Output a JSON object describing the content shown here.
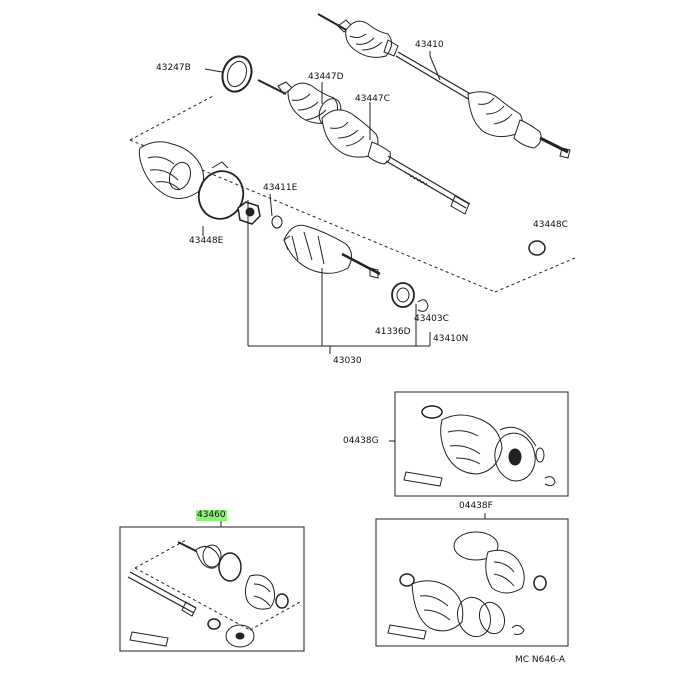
{
  "diagram": {
    "highlight_color": "#8cf07a",
    "line_color": "#222222",
    "labels": {
      "p43410": "43410",
      "p43247b": "43247B",
      "p43447d": "43447D",
      "p43447c": "43447C",
      "p43411e": "43411E",
      "p43448e": "43448E",
      "p43448c": "43448C",
      "p43403c": "43403C",
      "p41336d": "41336D",
      "p43410n": "43410N",
      "p43030": "43030",
      "p04438g": "04438G",
      "p04438f": "04438F",
      "p43460": "43460"
    },
    "drawing_code": "MC N646-A"
  }
}
